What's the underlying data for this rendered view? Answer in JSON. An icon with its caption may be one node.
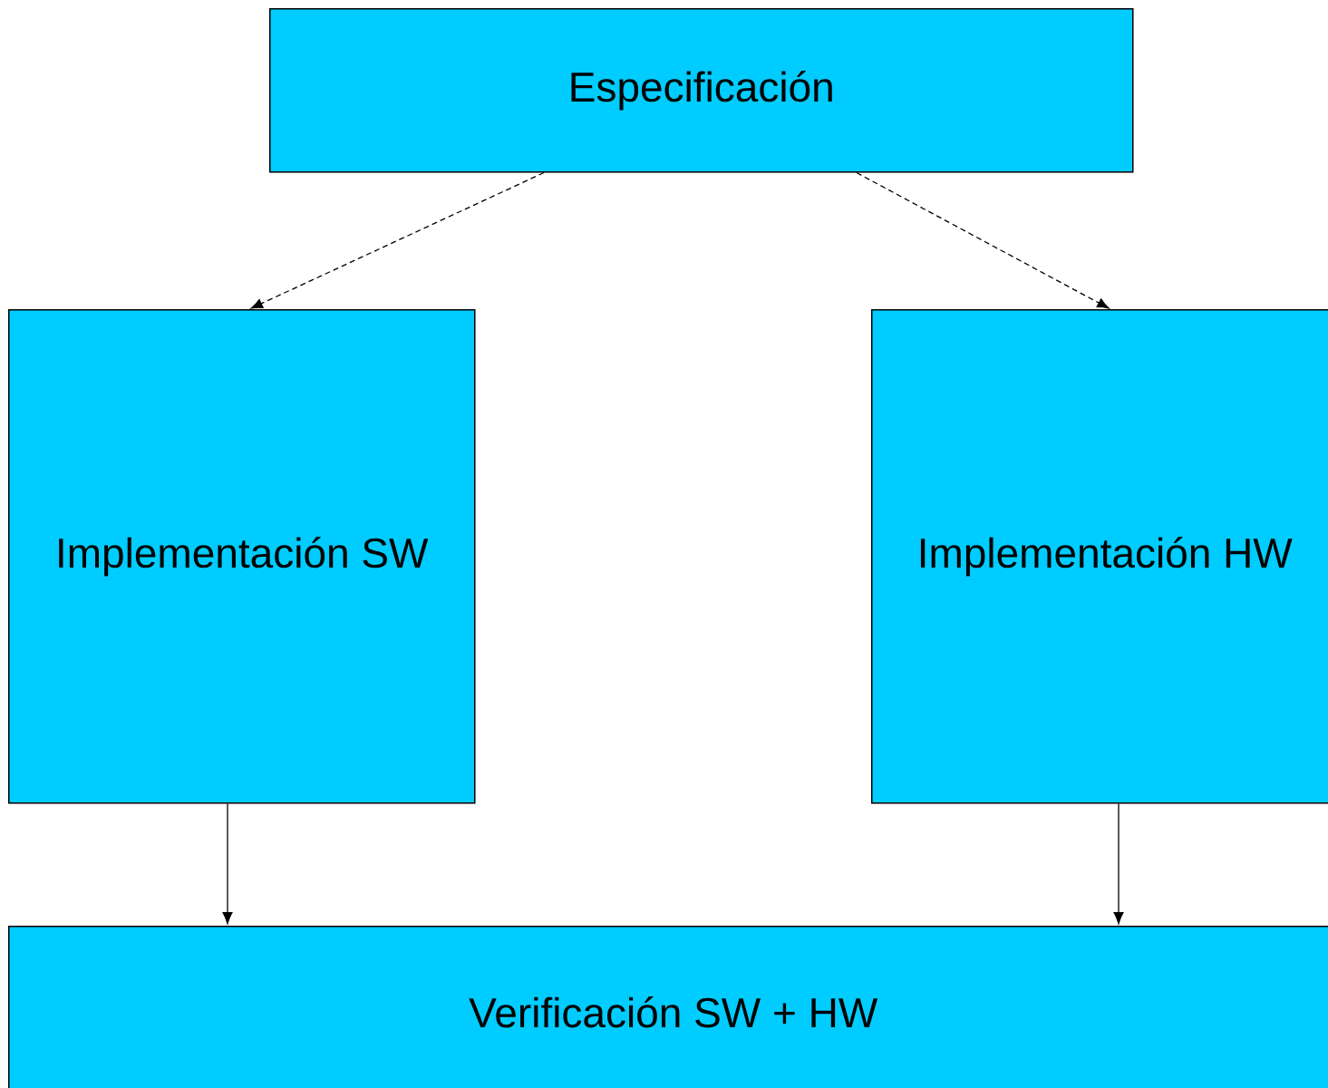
{
  "diagram": {
    "nodes": [
      {
        "text": [
          "Especificación"
        ]
      },
      {
        "text": [
          "Implementación SW"
        ]
      },
      {
        "text": [
          "Implementación HW"
        ]
      },
      {
        "text": [
          "Verificación SW + HW"
        ]
      }
    ],
    "edges": [
      {
        "from": 0,
        "to": 1,
        "arrow": "to",
        "style": "dashed"
      },
      {
        "from": 0,
        "to": 2,
        "arrow": "to",
        "style": "dashed"
      },
      {
        "from": 1,
        "to": 3,
        "arrow": "to"
      },
      {
        "from": 2,
        "to": 3,
        "arrow": "to"
      }
    ]
  }
}
